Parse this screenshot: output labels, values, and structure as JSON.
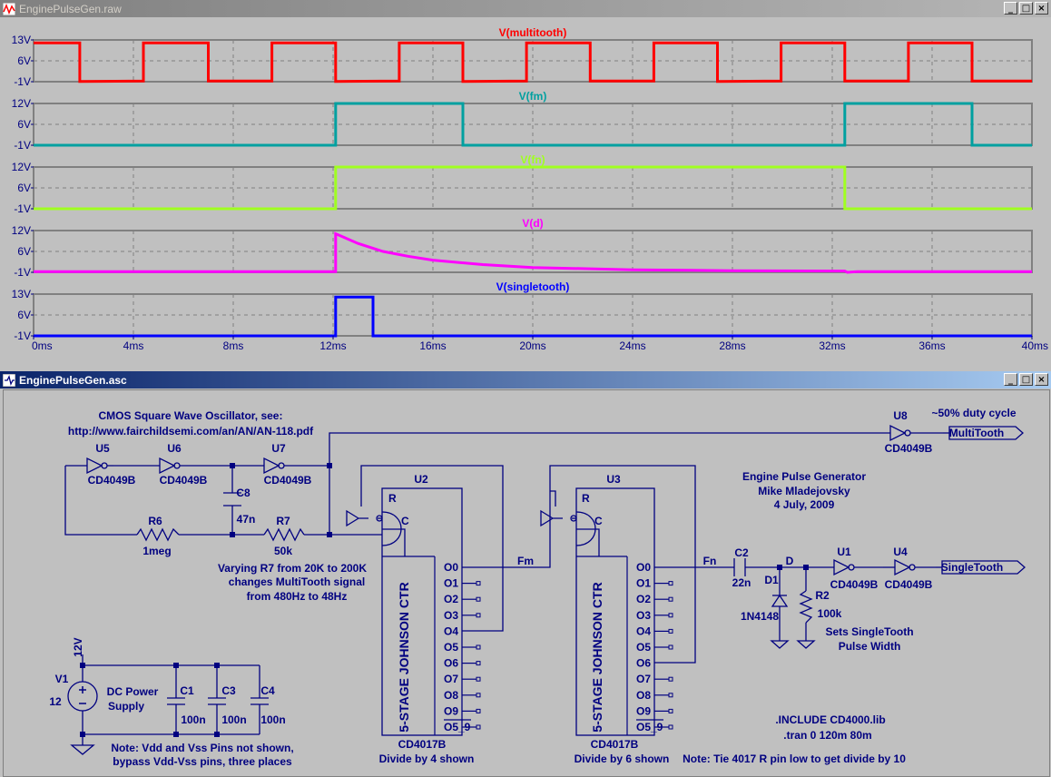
{
  "waveform_window": {
    "title": "EnginePulseGen.raw",
    "x_ticks": [
      "0ms",
      "4ms",
      "8ms",
      "12ms",
      "16ms",
      "20ms",
      "24ms",
      "28ms",
      "32ms",
      "36ms",
      "40ms"
    ],
    "panes": [
      {
        "name": "V(multitooth)",
        "color": "#ff0000",
        "ticks": [
          "13V",
          "6V",
          "-1V"
        ]
      },
      {
        "name": "V(fm)",
        "color": "#00a0a0",
        "ticks": [
          "12V",
          "6V",
          "-1V"
        ]
      },
      {
        "name": "V(fn)",
        "color": "#a0ff20",
        "ticks": [
          "12V",
          "6V",
          "-1V"
        ]
      },
      {
        "name": "V(d)",
        "color": "#ff00ff",
        "ticks": [
          "12V",
          "6V",
          "-1V"
        ]
      },
      {
        "name": "V(singletooth)",
        "color": "#0000ff",
        "ticks": [
          "13V",
          "6V",
          "-1V"
        ]
      }
    ]
  },
  "chart_data": {
    "type": "line",
    "xlabel": "",
    "x_unit": "ms",
    "xlim": [
      0,
      40
    ],
    "series": [
      {
        "name": "V(multitooth)",
        "ylim": [
          -1,
          13
        ],
        "points": [
          [
            0,
            12
          ],
          [
            1.85,
            12
          ],
          [
            1.85,
            -0.9
          ],
          [
            4.4,
            -0.8
          ],
          [
            4.4,
            12
          ],
          [
            7,
            12
          ],
          [
            7,
            -0.8
          ],
          [
            9.55,
            -0.8
          ],
          [
            9.55,
            12
          ],
          [
            12.1,
            12
          ],
          [
            12.1,
            -0.9
          ],
          [
            14.65,
            -0.8
          ],
          [
            14.65,
            12
          ],
          [
            17.2,
            12
          ],
          [
            17.2,
            -0.9
          ],
          [
            19.75,
            -0.8
          ],
          [
            19.75,
            12
          ],
          [
            22.3,
            12
          ],
          [
            22.3,
            -0.8
          ],
          [
            24.85,
            -0.8
          ],
          [
            24.85,
            12
          ],
          [
            27.4,
            12
          ],
          [
            27.4,
            -0.9
          ],
          [
            29.95,
            -0.8
          ],
          [
            29.95,
            12
          ],
          [
            32.5,
            12
          ],
          [
            32.5,
            -0.8
          ],
          [
            35.05,
            -0.8
          ],
          [
            35.05,
            12
          ],
          [
            37.6,
            12
          ],
          [
            37.6,
            -0.8
          ],
          [
            40,
            -0.8
          ]
        ]
      },
      {
        "name": "V(fm)",
        "ylim": [
          -1,
          12
        ],
        "points": [
          [
            0,
            -1
          ],
          [
            12.1,
            -1
          ],
          [
            12.1,
            12
          ],
          [
            17.2,
            12
          ],
          [
            17.2,
            -1
          ],
          [
            32.5,
            -1
          ],
          [
            32.5,
            12
          ],
          [
            37.6,
            12
          ],
          [
            37.6,
            -1
          ],
          [
            40,
            -1
          ]
        ]
      },
      {
        "name": "V(fn)",
        "ylim": [
          -1,
          12
        ],
        "points": [
          [
            0,
            -1
          ],
          [
            12.1,
            -1
          ],
          [
            12.1,
            12
          ],
          [
            32.5,
            12
          ],
          [
            32.5,
            -1
          ],
          [
            40,
            -1
          ]
        ]
      },
      {
        "name": "V(d)",
        "ylim": [
          -1,
          12
        ],
        "points": [
          [
            0,
            -0.8
          ],
          [
            12.1,
            -0.8
          ],
          [
            12.1,
            11
          ],
          [
            13,
            8
          ],
          [
            14,
            5.5
          ],
          [
            15,
            4
          ],
          [
            16,
            2.8
          ],
          [
            18,
            1.4
          ],
          [
            20,
            0.5
          ],
          [
            24,
            -0.2
          ],
          [
            28,
            -0.5
          ],
          [
            32.5,
            -0.6
          ],
          [
            32.6,
            -1
          ],
          [
            33,
            -0.8
          ],
          [
            40,
            -0.8
          ]
        ]
      },
      {
        "name": "V(singletooth)",
        "ylim": [
          -1,
          13
        ],
        "points": [
          [
            0,
            -1
          ],
          [
            12.1,
            -1
          ],
          [
            12.1,
            12
          ],
          [
            13.6,
            12
          ],
          [
            13.6,
            -1
          ],
          [
            40,
            -1
          ]
        ]
      }
    ]
  },
  "schematic_window": {
    "title": "EnginePulseGen.asc",
    "texts": {
      "osc_note1": "CMOS Square Wave Oscillator, see:",
      "osc_note2": "http://www.fairchildsemi.com/an/AN/AN-118.pdf",
      "duty": "~50% duty cycle",
      "title1": "Engine Pulse Generator",
      "title2": "Mike Mladejovsky",
      "title3": "4 July, 2009",
      "varying1": "Varying R7 from 20K to 200K",
      "varying2": "changes MultiTooth signal",
      "varying3": "from 480Hz to 48Hz",
      "sets1": "Sets SingleTooth",
      "sets2": "Pulse Width",
      "dc1": "DC Power",
      "dc2": "Supply",
      "note_vdd1": "Note: Vdd and Vss Pins not shown,",
      "note_vdd2": "bypass Vdd-Vss pins, three places",
      "div4": "Divide by 4 shown",
      "div6": "Divide by 6 shown",
      "tie": "Note: Tie 4017 R pin low to get divide by 10",
      "include": ".INCLUDE CD4000.lib",
      "tran": ".tran 0 120m 80m",
      "johnson": "5-STAGE JOHNSON CTR"
    },
    "parts": {
      "u5": "U5",
      "u6": "U6",
      "u7": "U7",
      "u8": "U8",
      "u1": "U1",
      "u4": "U4",
      "u2": "U2",
      "u3": "U3",
      "cd4049b": "CD4049B",
      "cd4017b": "CD4017B",
      "r6": "R6",
      "r6v": "1meg",
      "r7": "R7",
      "r7v": "50k",
      "c8": "C8",
      "c8v": "47n",
      "c2": "C2",
      "c2v": "22n",
      "d1": "D1",
      "d1v": "1N4148",
      "r2": "R2",
      "r2v": "100k",
      "v1": "V1",
      "v1v": "12",
      "v12": "12V",
      "c1": "C1",
      "c3": "C3",
      "c4": "C4",
      "c100n": "100n",
      "pin_r": "R",
      "pin_c": "C"
    },
    "nets": {
      "fm": "Fm",
      "fn": "Fn",
      "d": "D",
      "multitooth": "MultiTooth",
      "singletooth": "SingleTooth"
    },
    "outputs": [
      "O0",
      "O1",
      "O2",
      "O3",
      "O4",
      "O5",
      "O6",
      "O7",
      "O8",
      "O9",
      "O5_9"
    ]
  }
}
